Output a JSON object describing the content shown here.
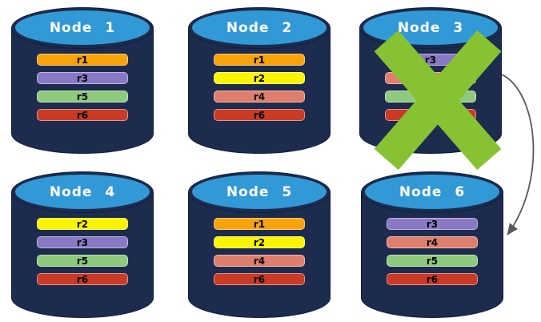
{
  "diagram": {
    "nodes": [
      {
        "title": "Node 1",
        "replicas": [
          "r1",
          "r3",
          "r5",
          "r6"
        ],
        "failed": false
      },
      {
        "title": "Node 2",
        "replicas": [
          "r1",
          "r2",
          "r4",
          "r6"
        ],
        "failed": false
      },
      {
        "title": "Node 3",
        "replicas": [
          "r3",
          "r4",
          "r5",
          "r6"
        ],
        "failed": true
      },
      {
        "title": "Node 4",
        "replicas": [
          "r2",
          "r3",
          "r5",
          "r6"
        ],
        "failed": false
      },
      {
        "title": "Node 5",
        "replicas": [
          "r1",
          "r2",
          "r4",
          "r6"
        ],
        "failed": false
      },
      {
        "title": "Node 6",
        "replicas": [
          "r3",
          "r4",
          "r5",
          "r6"
        ],
        "failed": false
      }
    ],
    "replica_colors": {
      "r1": "#F9A30B",
      "r2": "#FBF400",
      "r3": "#8979C4",
      "r4": "#E07E6C",
      "r5": "#8EC97D",
      "r6": "#C93B24"
    },
    "colors": {
      "cylinder_body": "#1C2B4E",
      "cylinder_top": "#3199D6",
      "node_title_text": "#FFFFFF",
      "replica_label_text": "#000000",
      "failure_x": "#86C232",
      "arrow": "#595959",
      "background": "#FFFFFF"
    },
    "failed_node": "Node 3",
    "arrow_connection": {
      "from": "Node 3",
      "to": "Node 6"
    }
  }
}
